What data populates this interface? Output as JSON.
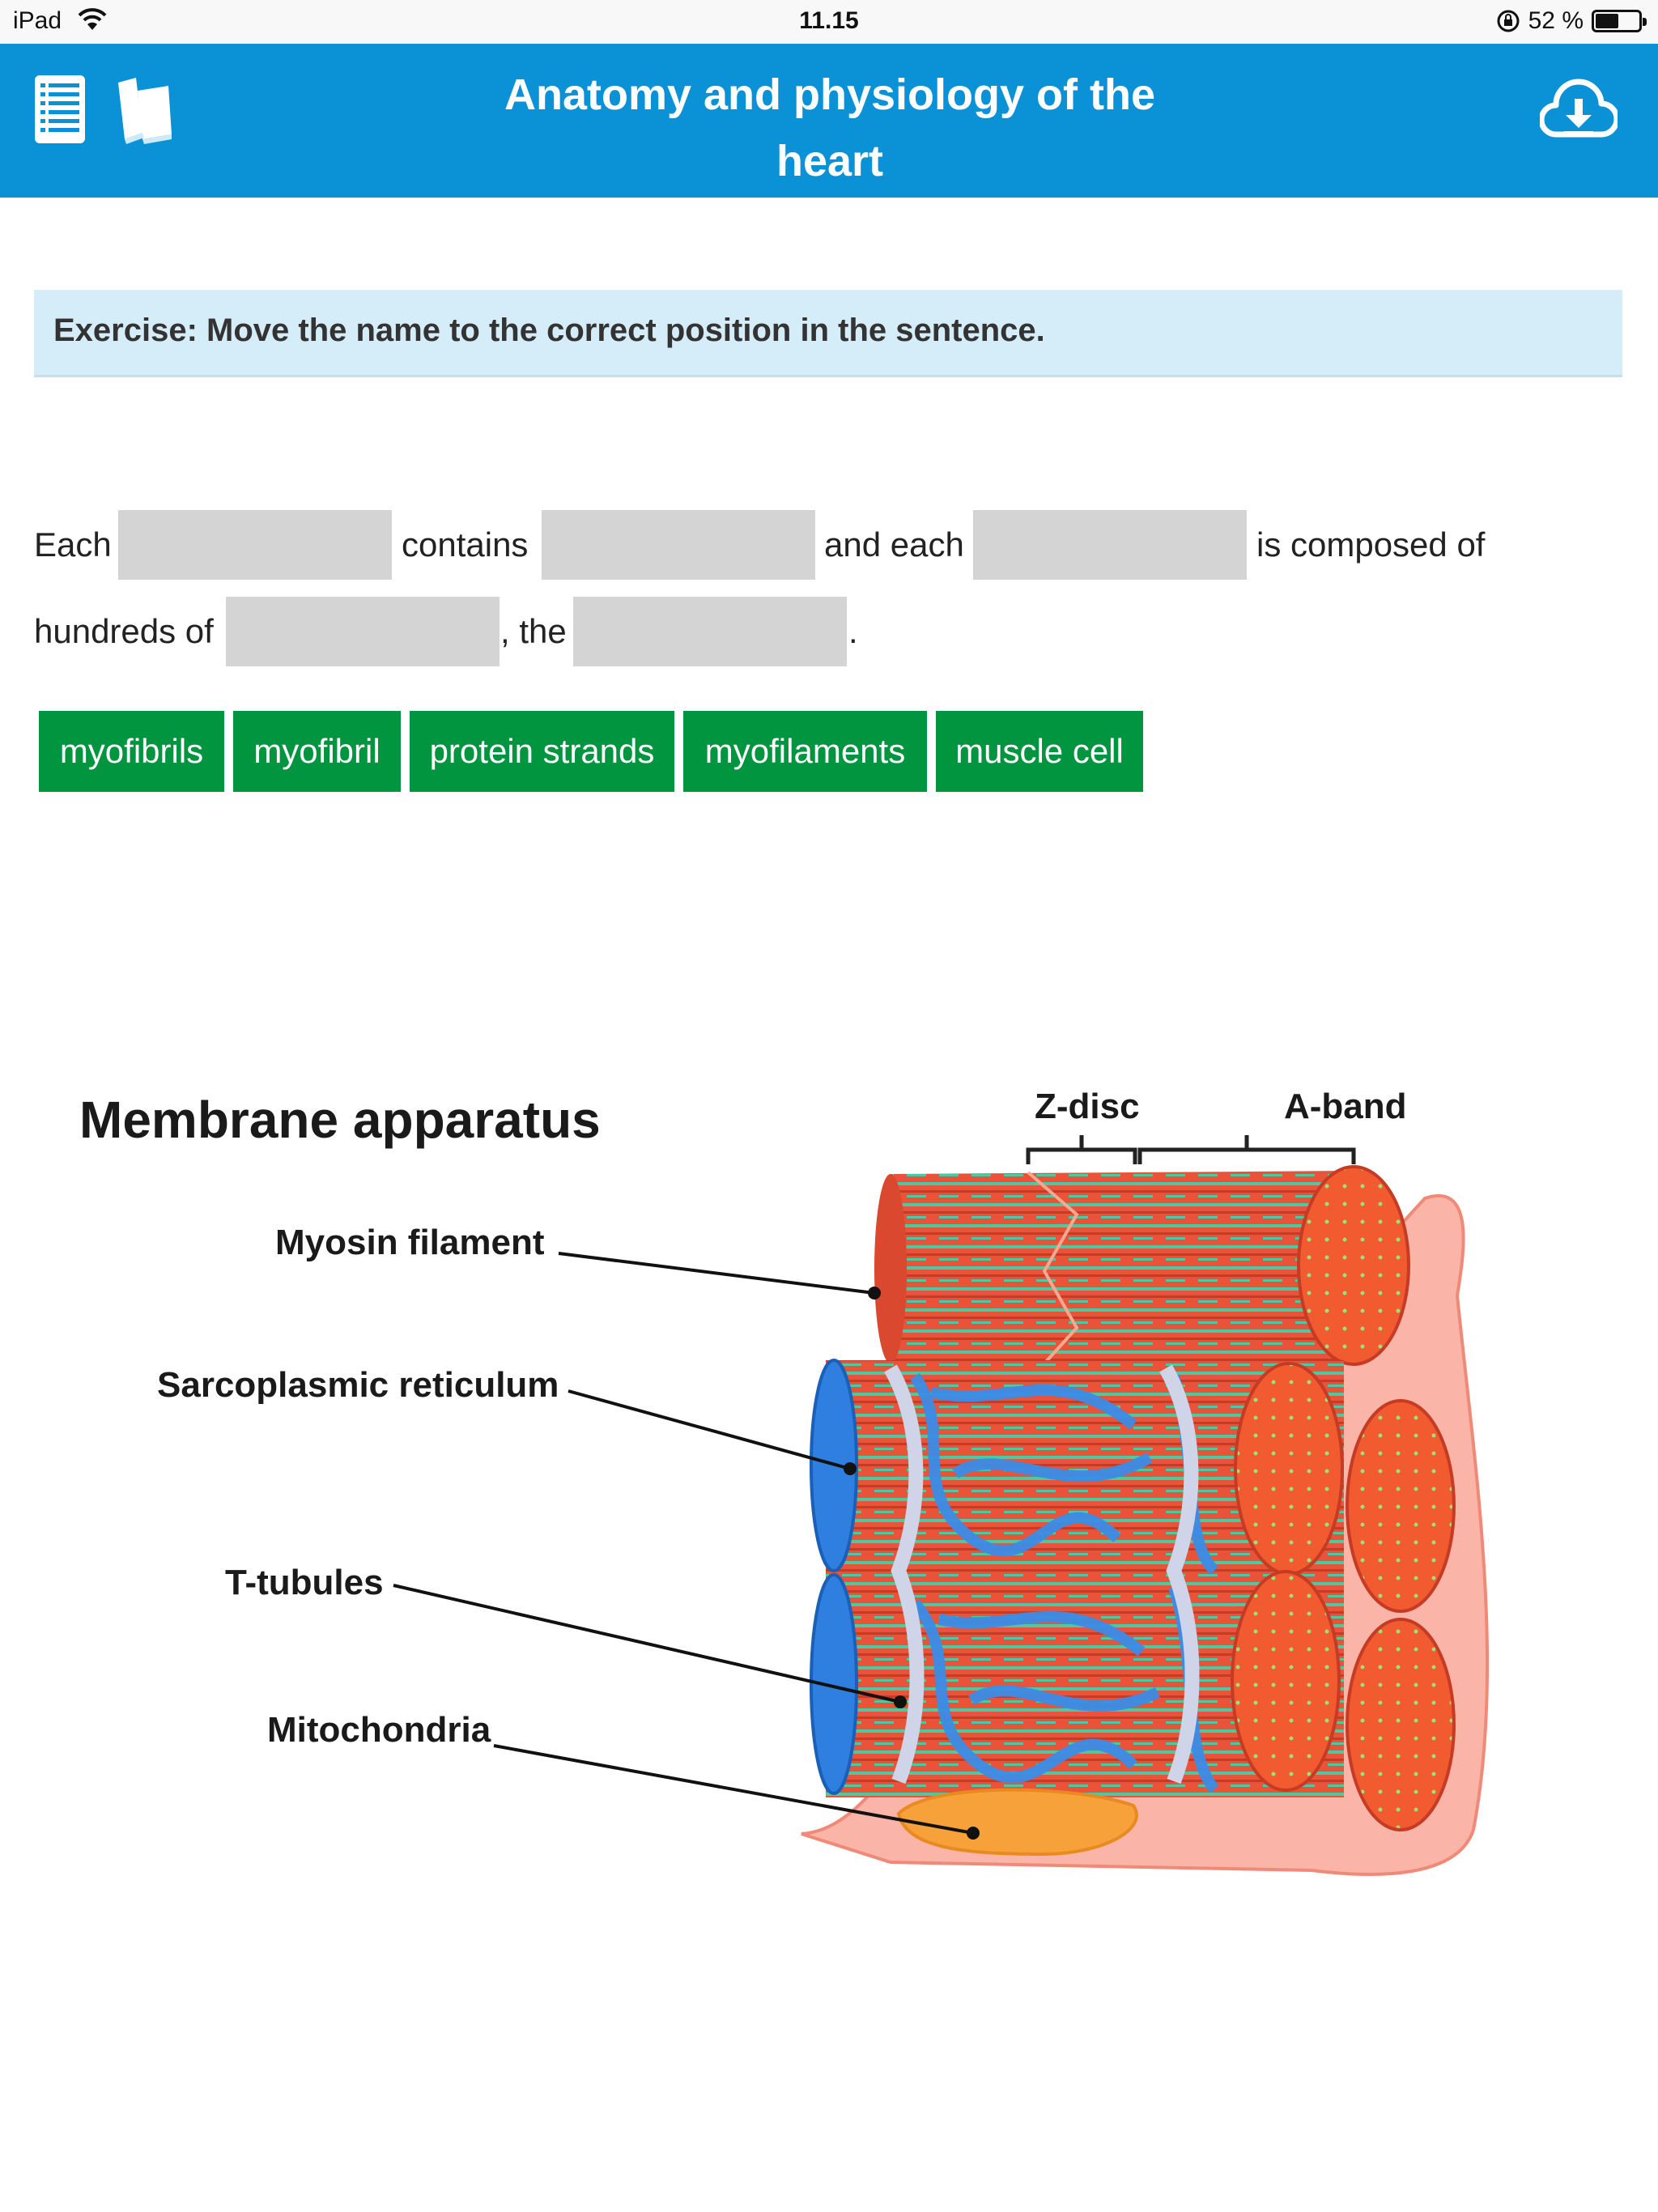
{
  "status_bar": {
    "device": "iPad",
    "time": "11.15",
    "battery": "52 %"
  },
  "header": {
    "title_line1": "Anatomy and physiology of the",
    "title_line2": "heart",
    "icons": [
      "list-icon",
      "books-icon",
      "download-cloud-icon"
    ]
  },
  "exercise": {
    "instruction": "Exercise: Move the name to the correct position in the sentence."
  },
  "sentence": {
    "part1": "Each",
    "part2": "contains",
    "part3": "and each",
    "part4": "is composed of",
    "part5": "hundreds of",
    "part6": ", the",
    "part7": "."
  },
  "word_bank": [
    "myofibrils",
    "myofibril",
    "protein strands",
    "myofilaments",
    "muscle cell"
  ],
  "figure": {
    "title": "Membrane apparatus",
    "labels": {
      "myosin": "Myosin filament",
      "sr": "Sarcoplasmic reticulum",
      "ttubules": "T-tubules",
      "mito": "Mitochondria",
      "zdisc": "Z-disc",
      "aband": "A-band"
    }
  },
  "colors": {
    "header": "#0a91d6",
    "banner": "#d5edf8",
    "chip": "#00953e",
    "slot": "#d4d4d4"
  }
}
